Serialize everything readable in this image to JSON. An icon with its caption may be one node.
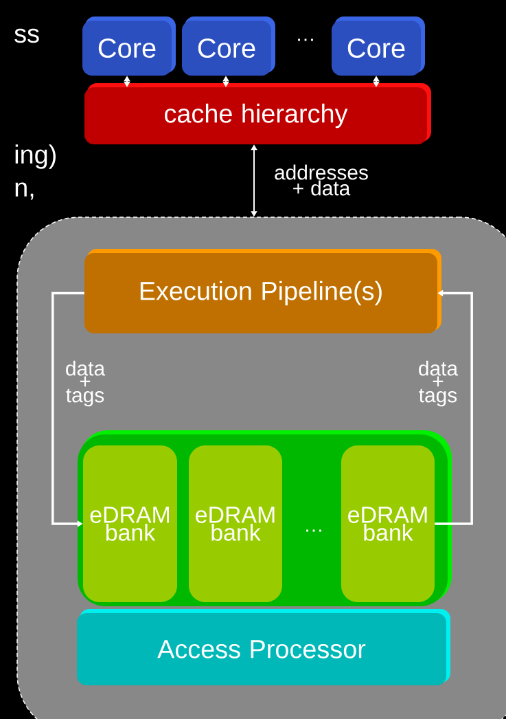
{
  "diagram": {
    "nodes": [
      {
        "text": [
          "Core"
        ]
      },
      {
        "text": [
          "Core"
        ]
      },
      {
        "text": [
          "Core"
        ]
      },
      {
        "text": [
          "cache hierarchy"
        ]
      },
      {
        "text": [],
        "shape": "box"
      },
      {
        "text": [
          "Execution Pipeline(s)"
        ],
        "in": 4
      },
      {
        "text": [],
        "shape": "box",
        "in": 4
      },
      {
        "text": [
          "eDRAM bank"
        ],
        "in": 6
      },
      {
        "text": [
          "eDRAM bank"
        ],
        "in": 6
      },
      {
        "text": [
          "eDRAM bank"
        ],
        "in": 6
      },
      {
        "text": [
          "Access Processor"
        ],
        "in": 4
      }
    ],
    "edges": [
      {
        "from": 0,
        "to": 3,
        "arrow": "both"
      },
      {
        "from": 1,
        "to": 3,
        "arrow": "both"
      },
      {
        "from": 2,
        "to": 3,
        "arrow": "both"
      },
      {
        "from": 3,
        "to": 4,
        "arrow": "both",
        "label": "addresses + data"
      },
      {
        "from": 5,
        "to": 7,
        "arrow": "to",
        "label": "data + tags"
      },
      {
        "from": 9,
        "to": 5,
        "arrow": "to",
        "label": "data + tags"
      }
    ],
    "labels": [
      "ss",
      "…",
      "ing)",
      "n,",
      "…"
    ]
  }
}
